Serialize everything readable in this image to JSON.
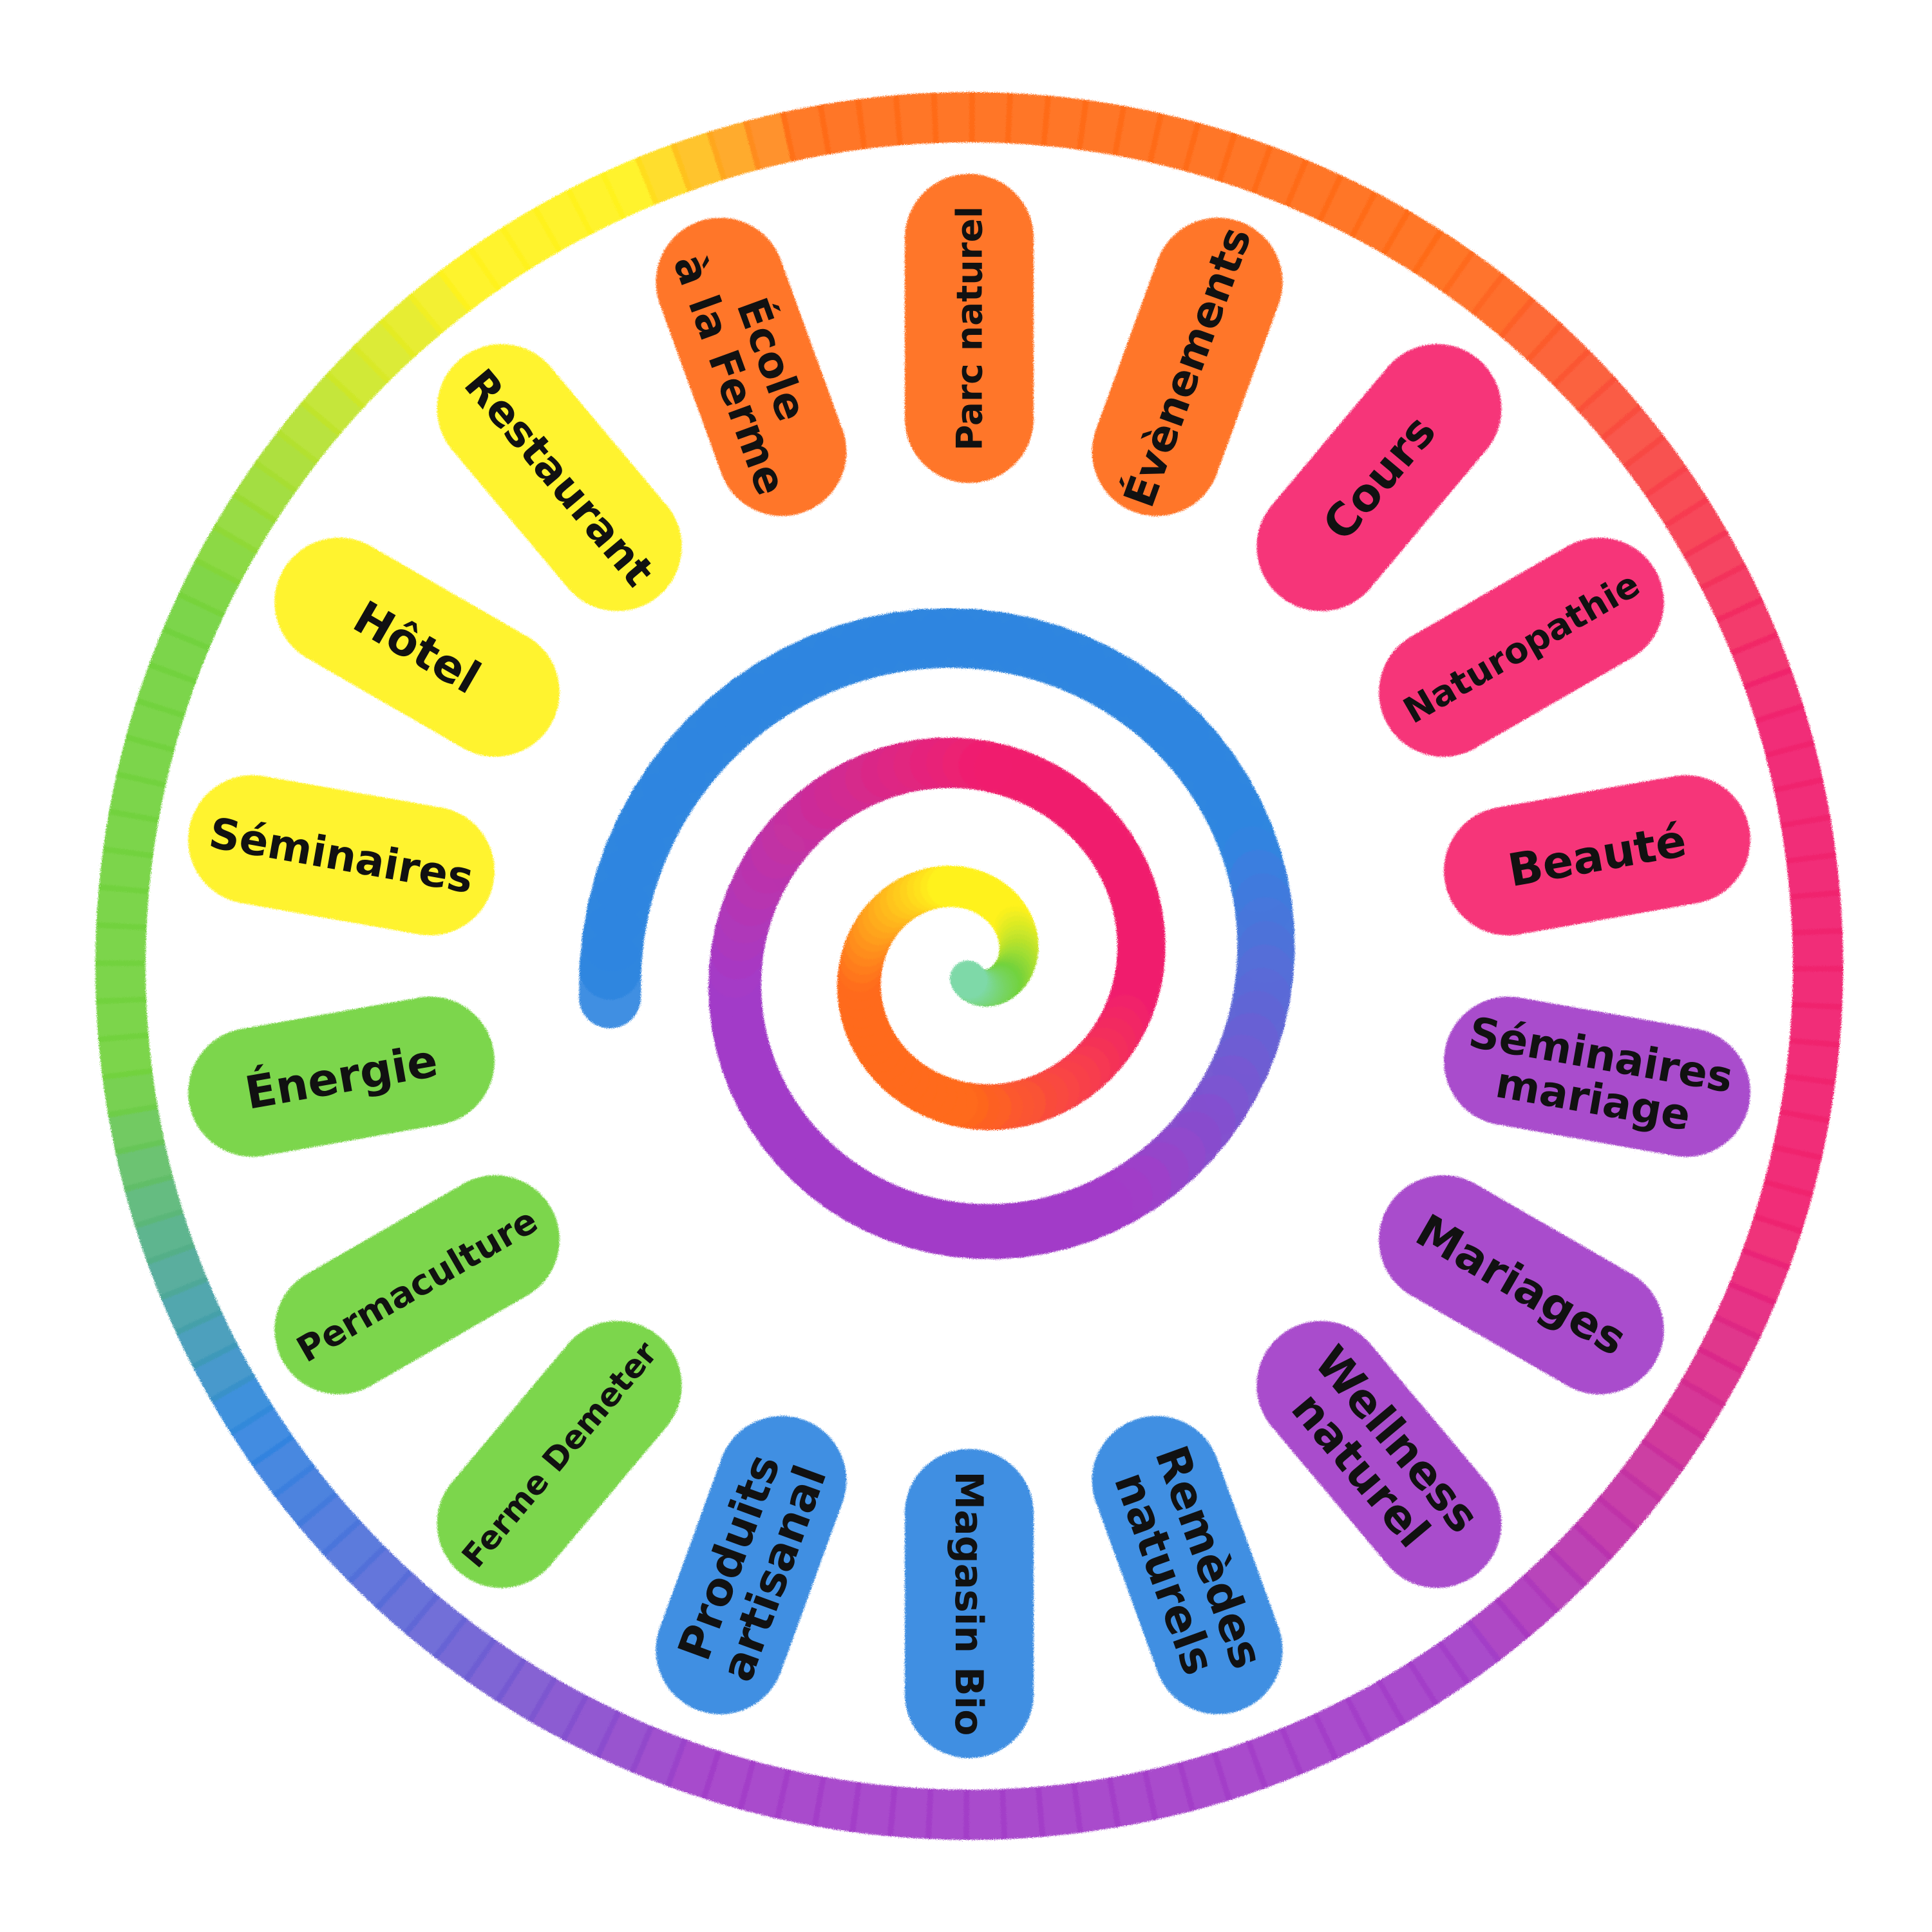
{
  "colors": {
    "orange": "#ff6a1a",
    "magenta": "#f0206e",
    "purple": "#a23cc8",
    "blue": "#2f86e0",
    "green": "#72d23c",
    "yellow": "#fff21e"
  },
  "segments": [
    {
      "id": "parc-naturel",
      "lines": [
        "Parc naturel"
      ],
      "color": "#ff6a1a"
    },
    {
      "id": "evenements",
      "lines": [
        "Évènements"
      ],
      "color": "#ff6a1a"
    },
    {
      "id": "cours",
      "lines": [
        "Cours"
      ],
      "color": "#f5236e"
    },
    {
      "id": "naturopathie",
      "lines": [
        "Naturopathie"
      ],
      "color": "#f5236e"
    },
    {
      "id": "beaute",
      "lines": [
        "Beauté"
      ],
      "color": "#f5236e"
    },
    {
      "id": "seminaires-mariage",
      "lines": [
        "Séminaires",
        "mariage"
      ],
      "color": "#a23cc8"
    },
    {
      "id": "mariages",
      "lines": [
        "Mariages"
      ],
      "color": "#a23cc8"
    },
    {
      "id": "wellness-naturel",
      "lines": [
        "Wellness",
        "naturel"
      ],
      "color": "#a23cc8"
    },
    {
      "id": "remedes-naturels",
      "lines": [
        "Remèdes",
        "naturels"
      ],
      "color": "#2f86e0"
    },
    {
      "id": "magasin-bio",
      "lines": [
        "Magasin Bio"
      ],
      "color": "#2f86e0"
    },
    {
      "id": "produits-artisanal",
      "lines": [
        "Produits",
        "artisanal"
      ],
      "color": "#2f86e0"
    },
    {
      "id": "ferme-demeter",
      "lines": [
        "Ferme Demeter"
      ],
      "color": "#72d23c"
    },
    {
      "id": "permaculture",
      "lines": [
        "Permaculture"
      ],
      "color": "#72d23c"
    },
    {
      "id": "energie",
      "lines": [
        "Énergie"
      ],
      "color": "#72d23c"
    },
    {
      "id": "seminaires",
      "lines": [
        "Séminaires"
      ],
      "color": "#fff21e"
    },
    {
      "id": "hotel",
      "lines": [
        "Hôtel"
      ],
      "color": "#fff21e"
    },
    {
      "id": "restaurant",
      "lines": [
        "Restaurant"
      ],
      "color": "#fff21e"
    },
    {
      "id": "ecole-a-la-ferme",
      "lines": [
        "École",
        "à la Ferme"
      ],
      "color": "#ff6a1a"
    }
  ]
}
